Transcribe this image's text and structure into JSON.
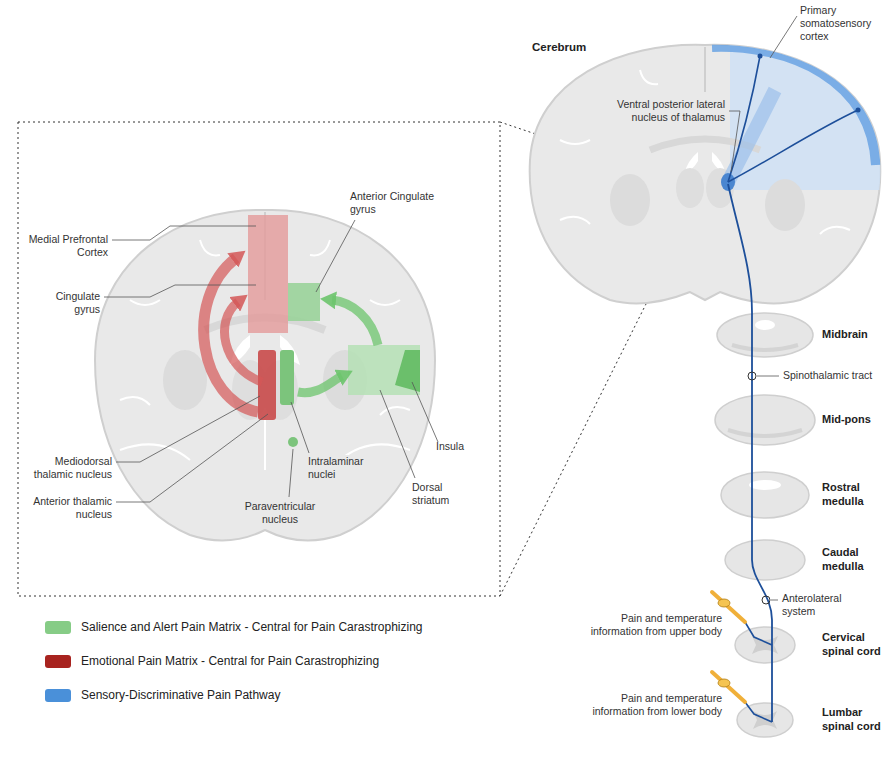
{
  "diagram": {
    "labels": [
      "Primary somatosensory cortex",
      "Cerebrum",
      "Ventral posterior lateral nucleus of thalamus",
      "Medial Prefrontal Cortex",
      "Anterior Cingulate gyrus",
      "Cingulate gyrus",
      "Midbrain",
      "Spinothalamic tract",
      "Mid-pons",
      "Mediodorsal thalamic nucleus",
      "Intralaminar nuclei",
      "Insula",
      "Anterior thalamic nucleus",
      "Dorsal striatum",
      "Paraventricular nucleus",
      "Rostral medulla",
      "Caudal medulla",
      "Anterolateral system",
      "Cervical spinal cord",
      "Pain and temperature information from upper body",
      "Lumbar spinal cord",
      "Pain and temperature information from lower body"
    ],
    "legend": [
      {
        "text": "Salience and Alert Pain Matrix - Central for Pain Carastrophizing",
        "color": "#86cc86"
      },
      {
        "text": "Emotional Pain Matrix - Central for Pain Carastrophizing",
        "color": "#a8231f"
      },
      {
        "text": "Sensory-Discriminative Pain Pathway",
        "color": "#4a90d9"
      }
    ]
  }
}
